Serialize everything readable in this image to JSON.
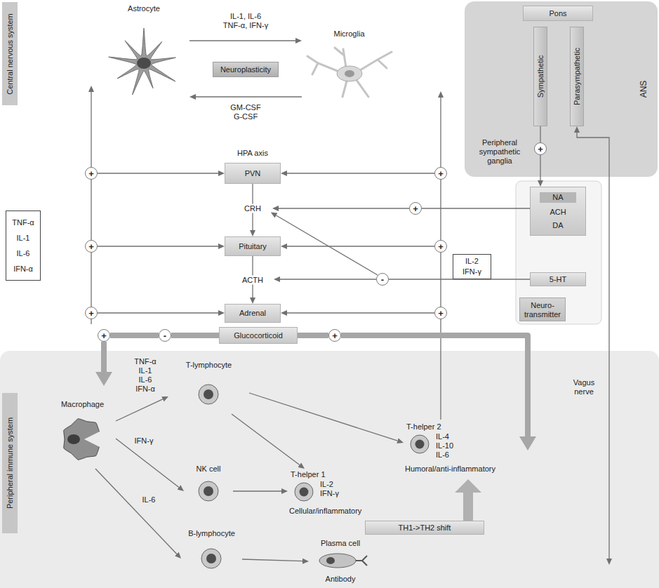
{
  "diagram": {
    "nodes": [
      {
        "text": [
          "Central nervous system"
        ]
      },
      {
        "text": [
          "Astrocyte"
        ]
      },
      {
        "text": [
          "Neuroplasticity"
        ]
      },
      {
        "text": [
          "Microglia"
        ]
      },
      {
        "text": [
          "ANS"
        ]
      },
      {
        "text": [
          "Pons"
        ],
        "in": 4
      },
      {
        "text": [
          "Sympathetic"
        ],
        "in": 4
      },
      {
        "text": [
          "Parasympathetic"
        ],
        "in": 4
      },
      {
        "text": [
          "+"
        ],
        "in": 4
      },
      {
        "text": [
          "+"
        ]
      },
      {
        "text": [
          "PVN"
        ]
      },
      {
        "text": [
          "+"
        ]
      },
      {
        "text": [
          "Neuro-transmitter"
        ]
      },
      {
        "text": [
          "NA",
          "ACH",
          "DA"
        ],
        "in": 12
      },
      {
        "text": [
          "+"
        ]
      },
      {
        "text": [
          "TNF-α IL-1 IL-6 IFN-α"
        ]
      },
      {
        "text": [
          "+"
        ]
      },
      {
        "text": [
          "Pituitary"
        ]
      },
      {
        "text": [
          "+"
        ]
      },
      {
        "text": [
          "IL-2 IFN-γ"
        ]
      },
      {
        "text": [
          "-"
        ]
      },
      {
        "text": [
          "5-HT"
        ],
        "in": 12
      },
      {
        "text": [
          "+"
        ]
      },
      {
        "text": [
          "Adrenal"
        ]
      },
      {
        "text": [
          "+"
        ]
      },
      {
        "text": [
          "Glucocorticoid"
        ]
      },
      {
        "text": [
          "+"
        ]
      },
      {
        "text": [
          "-"
        ]
      },
      {
        "text": [
          "+"
        ]
      },
      {
        "text": [
          "Peripheral immune system"
        ]
      },
      {
        "text": [
          "Macrophage"
        ],
        "in": 29
      },
      {
        "text": [
          "T-lymphocyte"
        ],
        "in": 29
      },
      {
        "text": [
          "T-helper 2",
          "IL-4 IL-10 IL-6",
          "Humoral/anti-inflammatory"
        ],
        "in": 29
      },
      {
        "text": [
          "NK cell"
        ],
        "in": 29
      },
      {
        "text": [
          "T-helper 1",
          "IL-2 IFN-γ",
          "Cellular/inflammatory"
        ],
        "in": 29
      },
      {
        "text": [
          "TH1->TH2 shift"
        ],
        "in": 29
      },
      {
        "text": [
          "B-lymphocyte"
        ],
        "in": 29
      },
      {
        "text": [
          "Plasma cell",
          "Antibody"
        ],
        "in": 29
      }
    ],
    "edges": [
      {
        "from": 1,
        "to": 3,
        "label": "IL-1, IL-6 TNF-α, IFN-γ",
        "arrow": "to"
      },
      {
        "from": 3,
        "to": 1,
        "label": "GM-CSF G-CSF",
        "arrow": "to"
      },
      {
        "from": 10,
        "to": 17,
        "label": "CRH",
        "arrow": "to"
      },
      {
        "from": 17,
        "to": 23,
        "label": "ACTH",
        "arrow": "to"
      },
      {
        "from": 9,
        "to": 10,
        "arrow": "to"
      },
      {
        "from": 11,
        "to": 10,
        "arrow": "to"
      },
      {
        "from": 16,
        "to": 17,
        "arrow": "to"
      },
      {
        "from": 18,
        "to": 17,
        "arrow": "to"
      },
      {
        "from": 22,
        "to": 23,
        "arrow": "to"
      },
      {
        "from": 24,
        "to": 23,
        "arrow": "to"
      },
      {
        "from": 6,
        "to": 8,
        "arrow": "none"
      },
      {
        "from": 8,
        "to": 13,
        "arrow": "to"
      },
      {
        "from": 13,
        "to": 14,
        "arrow": "none"
      },
      {
        "from": 21,
        "to": 20,
        "arrow": "none"
      },
      {
        "from": 25,
        "to": 27,
        "arrow": "none"
      },
      {
        "from": 27,
        "to": 26,
        "arrow": "none"
      },
      {
        "from": 26,
        "to": 30,
        "arrow": "to"
      },
      {
        "from": 25,
        "to": 28,
        "arrow": "none"
      },
      {
        "from": 30,
        "to": 31,
        "label": "TNF-α IL-1 IL-6 IFN-α",
        "arrow": "to"
      },
      {
        "from": 30,
        "to": 33,
        "label": "IFN-γ",
        "arrow": "to"
      },
      {
        "from": 30,
        "to": 36,
        "label": "IL-6",
        "arrow": "to"
      },
      {
        "from": 31,
        "to": 32,
        "arrow": "to"
      },
      {
        "from": 31,
        "to": 34,
        "arrow": "to"
      },
      {
        "from": 33,
        "to": 34,
        "arrow": "to"
      },
      {
        "from": 36,
        "to": 37,
        "arrow": "to"
      }
    ],
    "labels": [
      "HPA axis",
      "Peripheral sympathetic ganglia",
      "Vagus nerve"
    ]
  }
}
